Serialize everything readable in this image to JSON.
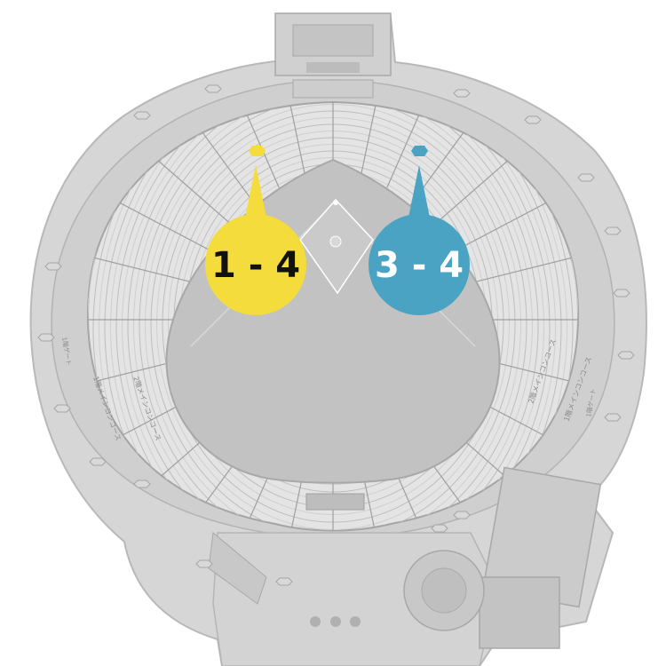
{
  "map": {
    "colors": {
      "ground": "#c9c9c9",
      "stand": "#dcdcdc",
      "seat_line": "#b5b5b5",
      "outline": "#a9a9a9",
      "field": "#bdbdbd",
      "infield_line": "#ffffff"
    },
    "gate_markers": [
      {
        "id": "gate-1-4",
        "label": "1 - 4",
        "color": "#f3dc3c",
        "text_color": "#111111"
      },
      {
        "id": "gate-3-4",
        "label": "3 - 4",
        "color": "#4aa3c3",
        "text_color": "#ffffff"
      }
    ],
    "concourse_labels": [
      {
        "id": "left-outer",
        "text": "1階メインコンコース"
      },
      {
        "id": "left-inner",
        "text": "2階メインコンコース"
      },
      {
        "id": "right-inner",
        "text": "2階メインコンコース"
      },
      {
        "id": "right-outer",
        "text": "1階メインコンコース"
      },
      {
        "id": "left-small",
        "text": "1階ゲート"
      },
      {
        "id": "right-small",
        "text": "1階ゲート"
      }
    ]
  }
}
